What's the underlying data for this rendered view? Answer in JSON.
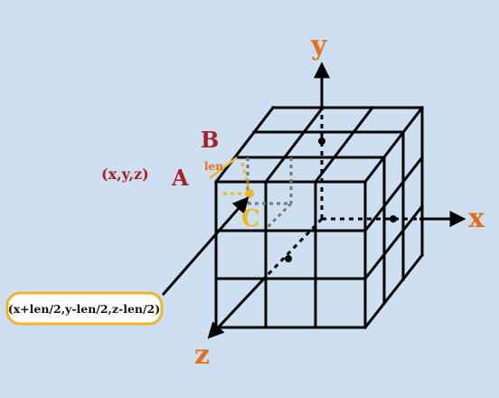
{
  "axes": {
    "x": "x",
    "y": "y",
    "z": "z"
  },
  "points": {
    "a": "A",
    "b": "B",
    "c": "C"
  },
  "corner_coord": "(x,y,z)",
  "len_label": "len",
  "center_formula": "(x+len/2,y-len/2,z-len/2)",
  "colors": {
    "background": "#cddff0",
    "axis_label": "#e2701c",
    "point_label": "#a62027",
    "highlight": "#f0b62a",
    "lines": "#000000",
    "dashed_inner": "#777777"
  }
}
